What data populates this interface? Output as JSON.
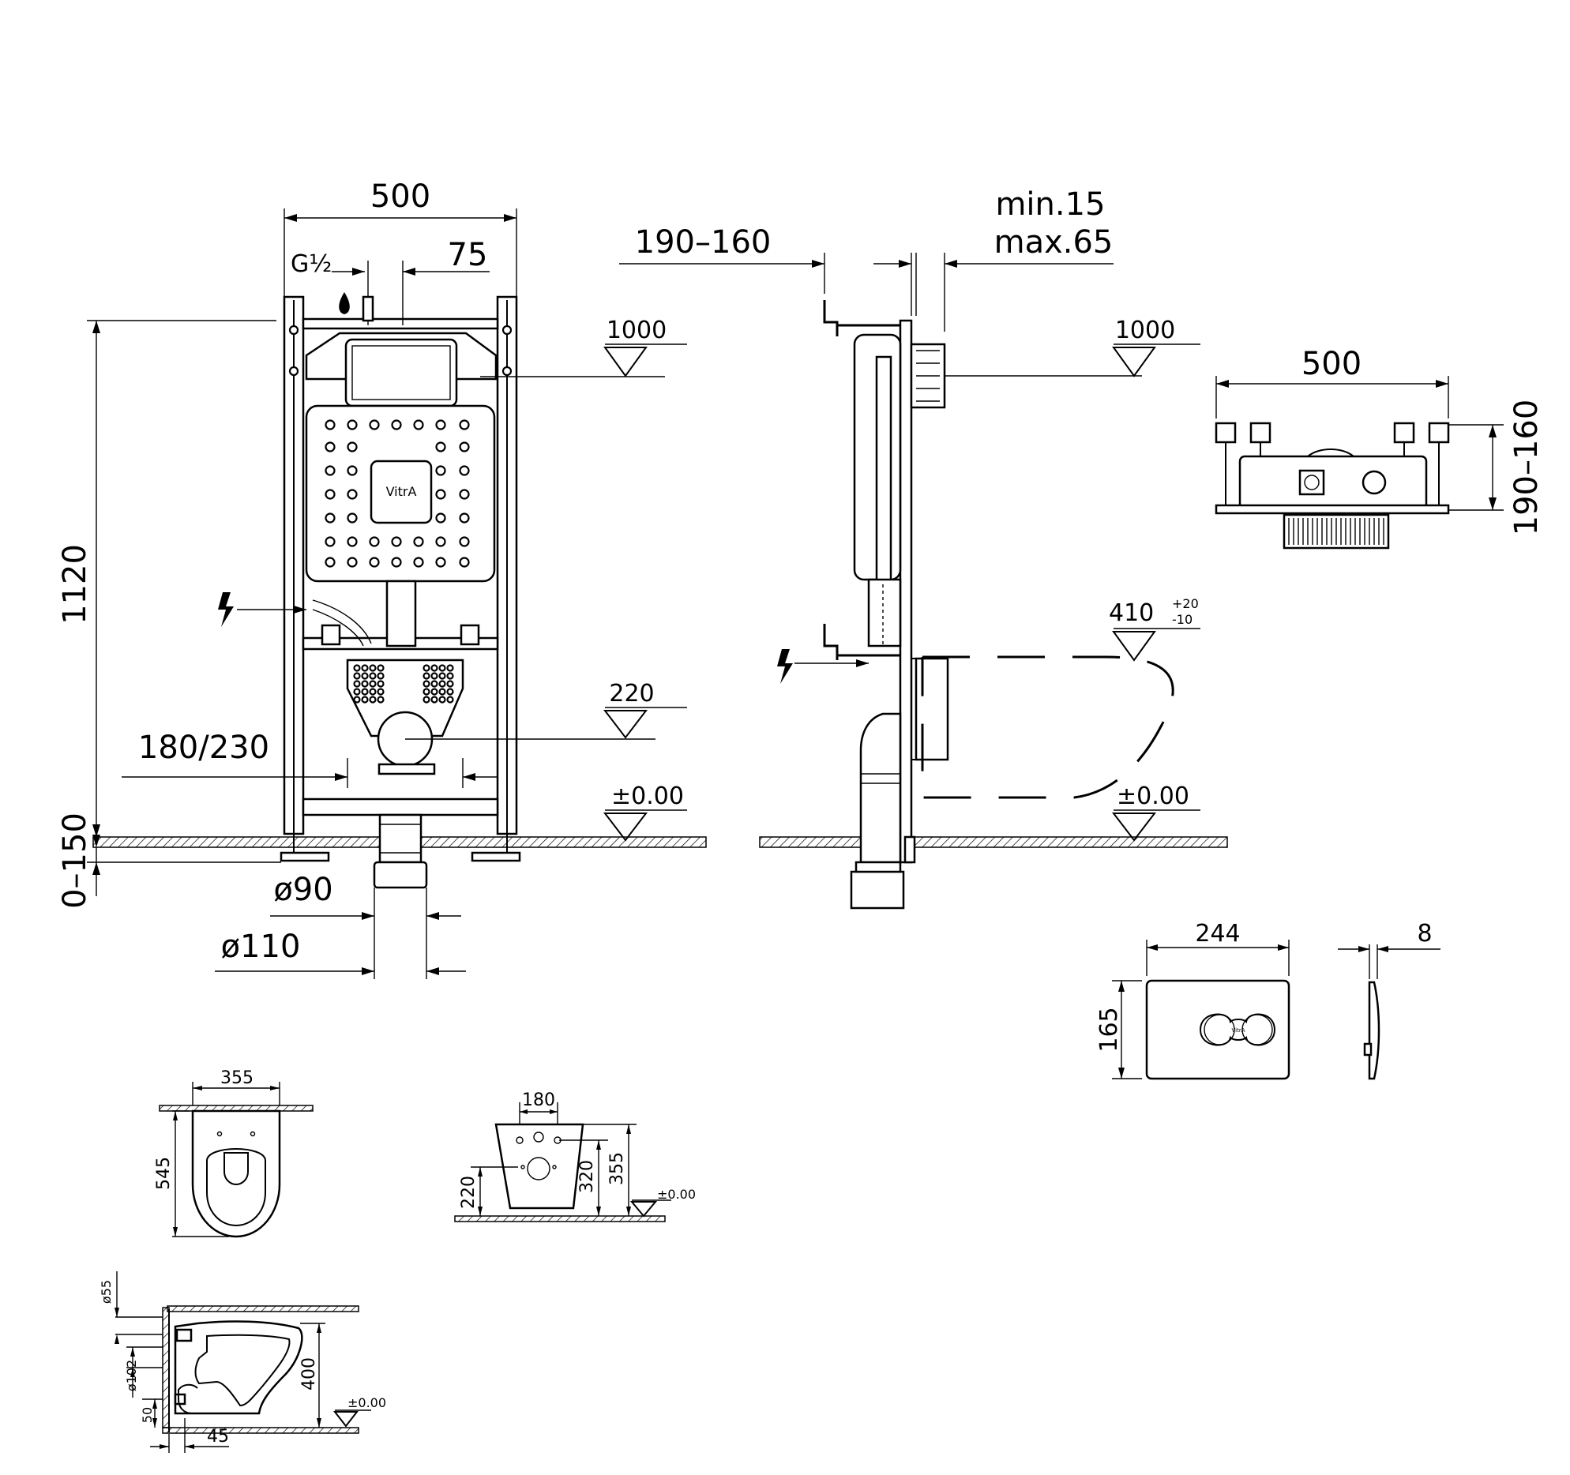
{
  "front_view": {
    "width": "500",
    "thread": "G½",
    "inlet_offset": "75",
    "height": "1120",
    "floor_adjust": "0–150",
    "flush_level": "1000",
    "drain_level": "220",
    "fixing_spacing": "180/230",
    "floor_level": "±0.00",
    "pipe_d1": "ø90",
    "pipe_d2": "ø110",
    "brand": "VitrA"
  },
  "side_view": {
    "depth_range": "190–160",
    "wall_min": "min.15",
    "wall_max": "max.65",
    "flush_level": "1000",
    "bowl_level": "410",
    "bowl_tol_plus": "+20",
    "bowl_tol_minus": "-10",
    "floor_level": "±0.00"
  },
  "top_view": {
    "width": "500",
    "depth_range": "190–160"
  },
  "flush_plate": {
    "width": "244",
    "height": "165",
    "thickness": "8",
    "brand": "VitrA"
  },
  "bowl_top": {
    "width": "355",
    "length": "545"
  },
  "bowl_front": {
    "bolt_spacing": "180",
    "bolt_height": "220",
    "outlet_height": "320",
    "top_height": "355",
    "floor_level": "±0.00"
  },
  "bowl_side": {
    "inlet_d": "ø55",
    "outlet_d": "ø102",
    "outlet_height": "50",
    "height": "400",
    "wall_offset": "45",
    "floor_level": "±0.00"
  }
}
